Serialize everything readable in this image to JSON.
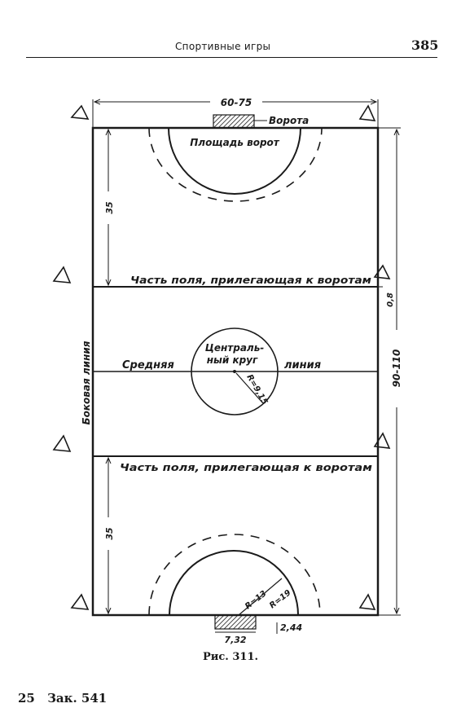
{
  "header": {
    "running_title": "Спортивные игры",
    "page_number": "385"
  },
  "figure": {
    "labels": {
      "width_dim": "60-75",
      "goal": "Ворота",
      "goal_area": "Площадь ворот",
      "half_dim_top": "35",
      "half_dim_bottom": "35",
      "zone_top": "Часть поля, прилегающая к воротам",
      "zone_bottom": "Часть поля, прилегающая к воротам",
      "center_circle_line1": "Централь-",
      "center_circle_line2": "ный круг",
      "midline_left": "Средняя",
      "midline_right": "линия",
      "center_radius": "R=9,15",
      "sideline": "Боковая линия",
      "length_dim": "90-110",
      "line_offset": "0,8",
      "goal_width": "7,32",
      "goal_depth": "2,44",
      "radius_inner": "R=13",
      "radius_outer": "R=19"
    }
  },
  "caption": "Рис. 311.",
  "footer": {
    "signature": "25",
    "order": "Зак. 541"
  }
}
